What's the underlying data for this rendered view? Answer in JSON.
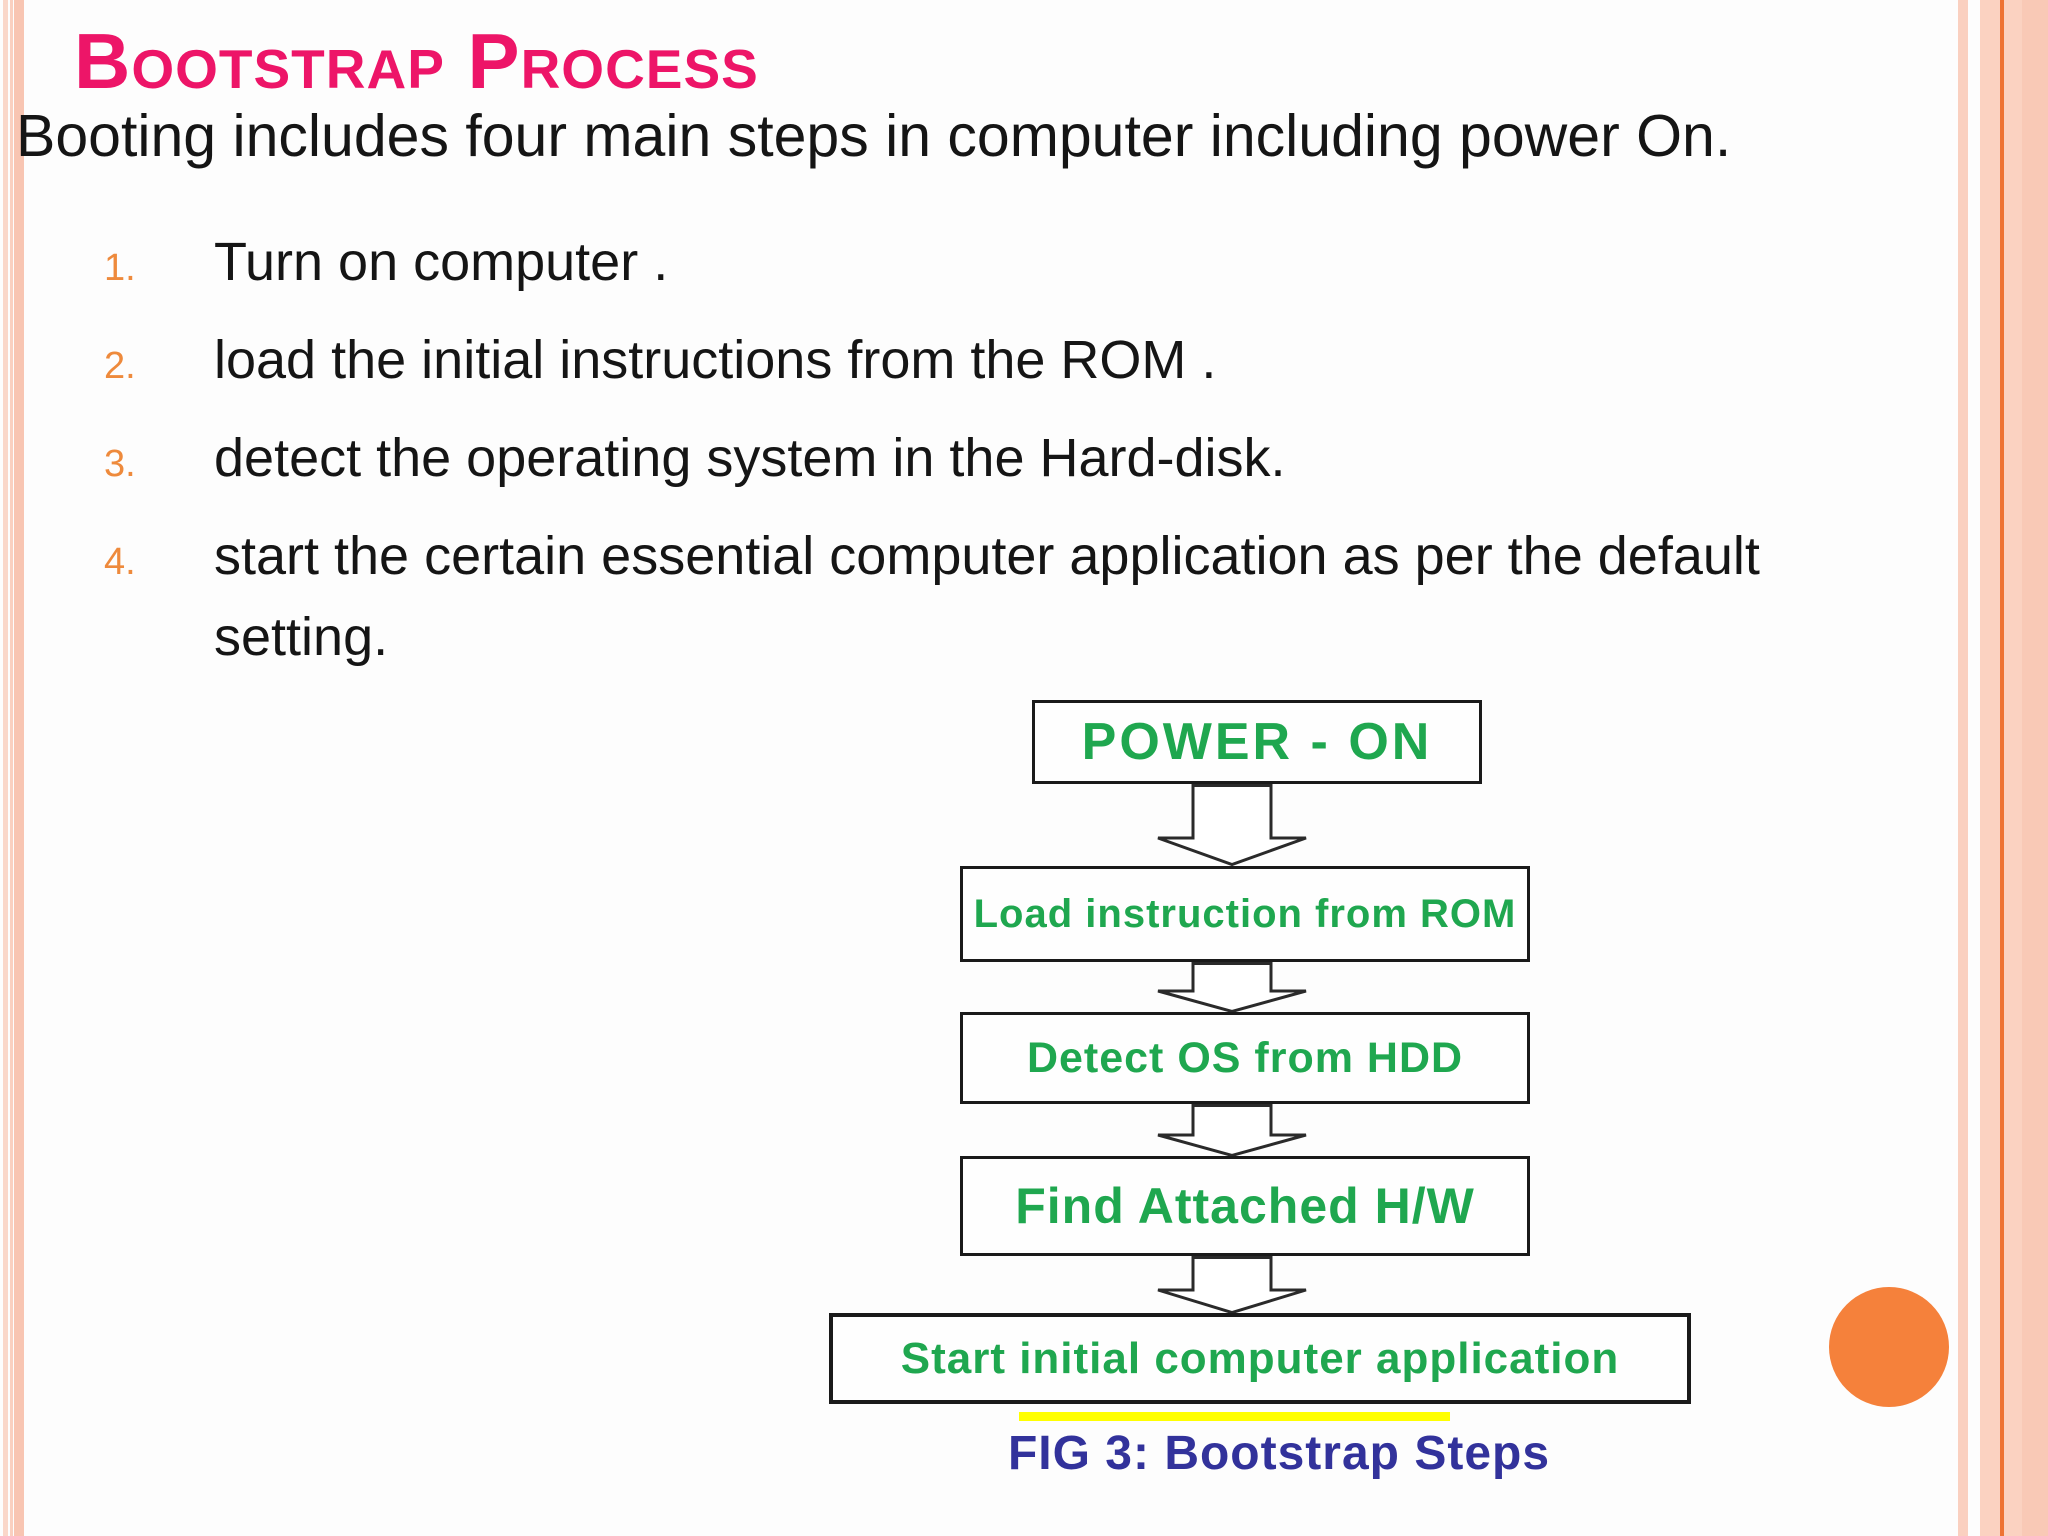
{
  "title": {
    "text": "Bootstrap Process",
    "color": "#ED1568"
  },
  "intro": {
    "text": "Booting includes four main steps in computer including power On."
  },
  "list": {
    "number_color": "#EE8A3C",
    "items": [
      {
        "num": "1.",
        "text": "Turn on computer ."
      },
      {
        "num": "2.",
        "text": "load the initial instructions from the ROM ."
      },
      {
        "num": "3.",
        "text": "detect the operating system in the Hard-disk."
      },
      {
        "num": "4.",
        "text": "start the certain essential computer application as per the default setting."
      }
    ]
  },
  "flowchart": {
    "text_color": "#1FA74F",
    "box_border_color": "#1A1A1A",
    "steps": [
      {
        "label": "POWER - ON"
      },
      {
        "label": "Load instruction from ROM"
      },
      {
        "label": "Detect OS from HDD"
      },
      {
        "label": "Find Attached H/W"
      },
      {
        "label": "Start initial computer application"
      }
    ],
    "caption": {
      "text": "FIG 3: Bootstrap Steps",
      "color": "#32329B",
      "underline_color": "#FFFF00"
    }
  },
  "decor": {
    "circle_color": "#F5813B",
    "stripe_light": "#FAD7C9",
    "stripe_medium": "#F8C5B2",
    "stripe_band": "#FBD2C1",
    "stripe_accent_line": "#EE7334"
  }
}
